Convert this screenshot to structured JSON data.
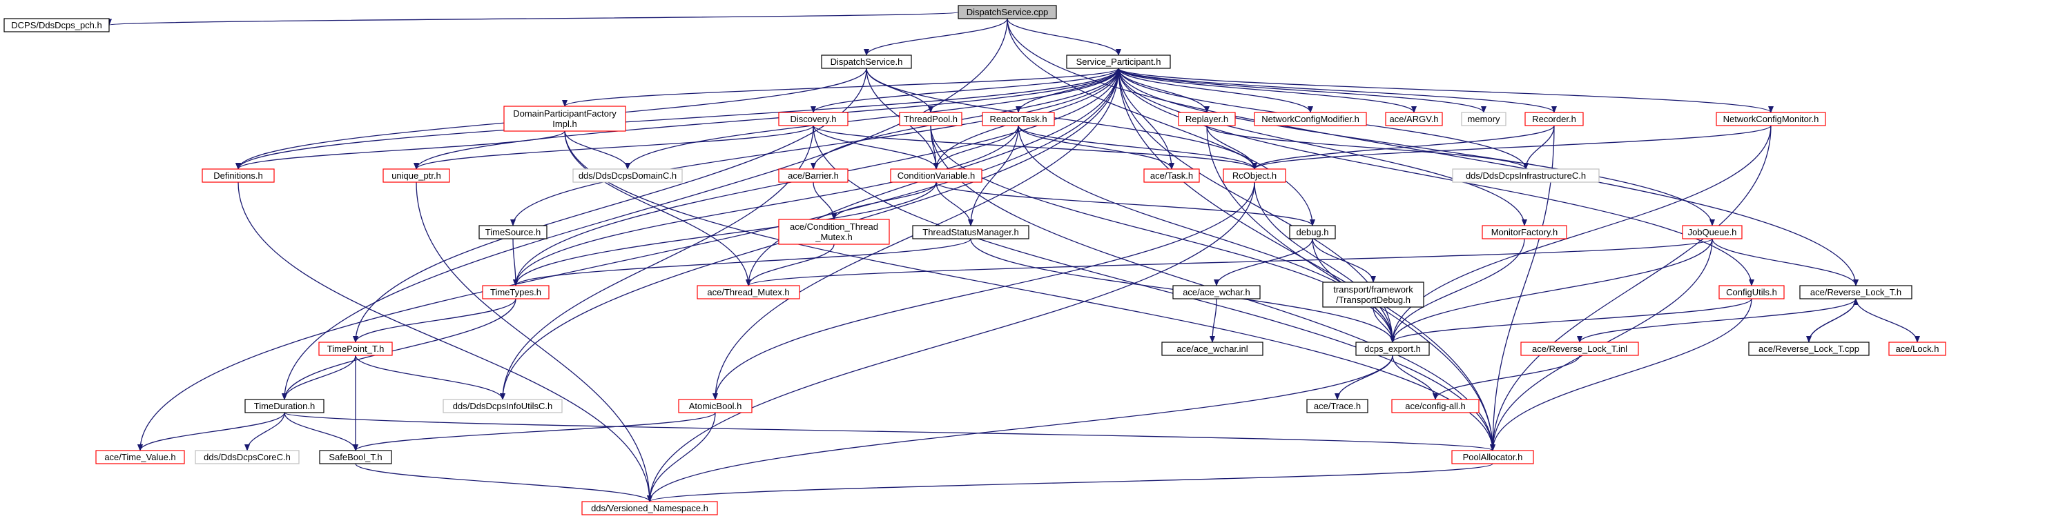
{
  "nodes": [
    {
      "id": "dispatchservice_cpp",
      "label": [
        "DispatchService.cpp"
      ],
      "kind": "root"
    },
    {
      "id": "dcps_pch",
      "label": [
        "DCPS/DdsDcps_pch.h"
      ],
      "kind": "normal"
    },
    {
      "id": "dispatchservice_h",
      "label": [
        "DispatchService.h"
      ],
      "kind": "normal"
    },
    {
      "id": "service_participant_h",
      "label": [
        "Service_Participant.h"
      ],
      "kind": "normal"
    },
    {
      "id": "dp_factory_impl_h",
      "label": [
        "DomainParticipantFactory",
        "Impl.h"
      ],
      "kind": "red"
    },
    {
      "id": "discovery_h",
      "label": [
        "Discovery.h"
      ],
      "kind": "red"
    },
    {
      "id": "threadpool_h",
      "label": [
        "ThreadPool.h"
      ],
      "kind": "red"
    },
    {
      "id": "reactortask_h",
      "label": [
        "ReactorTask.h"
      ],
      "kind": "red"
    },
    {
      "id": "replayer_h",
      "label": [
        "Replayer.h"
      ],
      "kind": "red"
    },
    {
      "id": "networkconfigmodifier_h",
      "label": [
        "NetworkConfigModifier.h"
      ],
      "kind": "red"
    },
    {
      "id": "ace_argv_h",
      "label": [
        "ace/ARGV.h"
      ],
      "kind": "red"
    },
    {
      "id": "memory",
      "label": [
        "memory"
      ],
      "kind": "gray"
    },
    {
      "id": "recorder_h",
      "label": [
        "Recorder.h"
      ],
      "kind": "red"
    },
    {
      "id": "networkconfigmonitor_h",
      "label": [
        "NetworkConfigMonitor.h"
      ],
      "kind": "red"
    },
    {
      "id": "definitions_h",
      "label": [
        "Definitions.h"
      ],
      "kind": "red"
    },
    {
      "id": "unique_ptr_h",
      "label": [
        "unique_ptr.h"
      ],
      "kind": "red"
    },
    {
      "id": "dds_domainc_h",
      "label": [
        "dds/DdsDcpsDomainC.h"
      ],
      "kind": "gray"
    },
    {
      "id": "ace_barrier_h",
      "label": [
        "ace/Barrier.h"
      ],
      "kind": "red"
    },
    {
      "id": "conditionvariable_h",
      "label": [
        "ConditionVariable.h"
      ],
      "kind": "red"
    },
    {
      "id": "ace_task_h",
      "label": [
        "ace/Task.h"
      ],
      "kind": "red"
    },
    {
      "id": "rcobject_h",
      "label": [
        "RcObject.h"
      ],
      "kind": "red"
    },
    {
      "id": "dds_infrastructurec_h",
      "label": [
        "dds/DdsDcpsInfrastructureC.h"
      ],
      "kind": "gray"
    },
    {
      "id": "ace_condition_thread_mutex_h",
      "label": [
        "ace/Condition_Thread",
        "_Mutex.h"
      ],
      "kind": "red"
    },
    {
      "id": "timesource_h",
      "label": [
        "TimeSource.h"
      ],
      "kind": "normal"
    },
    {
      "id": "threadstatusmanager_h",
      "label": [
        "ThreadStatusManager.h"
      ],
      "kind": "normal"
    },
    {
      "id": "debug_h",
      "label": [
        "debug.h"
      ],
      "kind": "normal"
    },
    {
      "id": "monitorfactory_h",
      "label": [
        "MonitorFactory.h"
      ],
      "kind": "red"
    },
    {
      "id": "jobqueue_h",
      "label": [
        "JobQueue.h"
      ],
      "kind": "red"
    },
    {
      "id": "timetypes_h",
      "label": [
        "TimeTypes.h"
      ],
      "kind": "red"
    },
    {
      "id": "ace_thread_mutex_h",
      "label": [
        "ace/Thread_Mutex.h"
      ],
      "kind": "red"
    },
    {
      "id": "ace_ace_wchar_h",
      "label": [
        "ace/ace_wchar.h"
      ],
      "kind": "normal"
    },
    {
      "id": "transport_debug_h",
      "label": [
        "transport/framework",
        "/TransportDebug.h"
      ],
      "kind": "normal"
    },
    {
      "id": "configutils_h",
      "label": [
        "ConfigUtils.h"
      ],
      "kind": "red"
    },
    {
      "id": "ace_reverse_lock_t_h",
      "label": [
        "ace/Reverse_Lock_T.h"
      ],
      "kind": "normal"
    },
    {
      "id": "ace_ace_wchar_inl",
      "label": [
        "ace/ace_wchar.inl"
      ],
      "kind": "normal"
    },
    {
      "id": "timepoint_t_h",
      "label": [
        "TimePoint_T.h"
      ],
      "kind": "red"
    },
    {
      "id": "dcps_export_h",
      "label": [
        "dcps_export.h"
      ],
      "kind": "normal"
    },
    {
      "id": "ace_reverse_lock_t_inl",
      "label": [
        "ace/Reverse_Lock_T.inl"
      ],
      "kind": "red"
    },
    {
      "id": "ace_reverse_lock_t_cpp",
      "label": [
        "ace/Reverse_Lock_T.cpp"
      ],
      "kind": "normal"
    },
    {
      "id": "ace_lock_h",
      "label": [
        "ace/Lock.h"
      ],
      "kind": "red"
    },
    {
      "id": "dds_infoutilsc_h",
      "label": [
        "dds/DdsDcpsInfoUtilsC.h"
      ],
      "kind": "gray"
    },
    {
      "id": "timeduration_h",
      "label": [
        "TimeDuration.h"
      ],
      "kind": "normal"
    },
    {
      "id": "atomicbool_h",
      "label": [
        "AtomicBool.h"
      ],
      "kind": "red"
    },
    {
      "id": "ace_trace_h",
      "label": [
        "ace/Trace.h"
      ],
      "kind": "normal"
    },
    {
      "id": "ace_config_all_h",
      "label": [
        "ace/config-all.h"
      ],
      "kind": "red"
    },
    {
      "id": "ace_time_value_h",
      "label": [
        "ace/Time_Value.h"
      ],
      "kind": "red"
    },
    {
      "id": "dds_corec_h",
      "label": [
        "dds/DdsDcpsCoreC.h"
      ],
      "kind": "gray"
    },
    {
      "id": "safebool_t_h",
      "label": [
        "SafeBool_T.h"
      ],
      "kind": "normal"
    },
    {
      "id": "poolallocator_h",
      "label": [
        "PoolAllocator.h"
      ],
      "kind": "red"
    },
    {
      "id": "dds_versioned_namespace_h",
      "label": [
        "dds/Versioned_Namespace.h"
      ],
      "kind": "red"
    }
  ],
  "edges": [
    [
      "dispatchservice_cpp",
      "dcps_pch"
    ],
    [
      "dispatchservice_cpp",
      "dispatchservice_h"
    ],
    [
      "dispatchservice_cpp",
      "service_participant_h"
    ],
    [
      "dispatchservice_cpp",
      "timeduration_h"
    ],
    [
      "dispatchservice_cpp",
      "debug_h"
    ],
    [
      "dispatchservice_cpp",
      "ace_reverse_lock_t_h"
    ],
    [
      "dispatchservice_h",
      "threadpool_h"
    ],
    [
      "dispatchservice_h",
      "rcobject_h"
    ],
    [
      "dispatchservice_h",
      "definitions_h"
    ],
    [
      "dispatchservice_h",
      "conditionvariable_h"
    ],
    [
      "dispatchservice_h",
      "timepoint_t_h"
    ],
    [
      "service_participant_h",
      "dp_factory_impl_h"
    ],
    [
      "service_participant_h",
      "discovery_h"
    ],
    [
      "service_participant_h",
      "reactortask_h"
    ],
    [
      "service_participant_h",
      "replayer_h"
    ],
    [
      "service_participant_h",
      "networkconfigmodifier_h"
    ],
    [
      "service_participant_h",
      "ace_argv_h"
    ],
    [
      "service_participant_h",
      "memory"
    ],
    [
      "service_participant_h",
      "recorder_h"
    ],
    [
      "service_participant_h",
      "networkconfigmonitor_h"
    ],
    [
      "service_participant_h",
      "definitions_h"
    ],
    [
      "service_participant_h",
      "unique_ptr_h"
    ],
    [
      "service_participant_h",
      "dds_domainc_h"
    ],
    [
      "service_participant_h",
      "ace_barrier_h"
    ],
    [
      "service_participant_h",
      "conditionvariable_h"
    ],
    [
      "service_participant_h",
      "ace_task_h"
    ],
    [
      "service_participant_h",
      "dds_infrastructurec_h"
    ],
    [
      "service_participant_h",
      "timesource_h"
    ],
    [
      "service_participant_h",
      "monitorfactory_h"
    ],
    [
      "service_participant_h",
      "jobqueue_h"
    ],
    [
      "service_participant_h",
      "configutils_h"
    ],
    [
      "service_participant_h",
      "ace_thread_mutex_h"
    ],
    [
      "service_participant_h",
      "dds_infoutilsc_h"
    ],
    [
      "service_participant_h",
      "atomicbool_h"
    ],
    [
      "service_participant_h",
      "ace_time_value_h"
    ],
    [
      "service_participant_h",
      "poolallocator_h"
    ],
    [
      "service_participant_h",
      "dcps_export_h"
    ],
    [
      "service_participant_h",
      "timetypes_h"
    ],
    [
      "dp_factory_impl_h",
      "definitions_h"
    ],
    [
      "dp_factory_impl_h",
      "dds_domainc_h"
    ],
    [
      "dp_factory_impl_h",
      "ace_thread_mutex_h"
    ],
    [
      "dp_factory_impl_h",
      "poolallocator_h"
    ],
    [
      "discovery_h",
      "unique_ptr_h"
    ],
    [
      "discovery_h",
      "conditionvariable_h"
    ],
    [
      "discovery_h",
      "rcobject_h"
    ],
    [
      "discovery_h",
      "dds_infoutilsc_h"
    ],
    [
      "discovery_h",
      "poolallocator_h"
    ],
    [
      "threadpool_h",
      "conditionvariable_h"
    ],
    [
      "threadpool_h",
      "dcps_export_h"
    ],
    [
      "threadpool_h",
      "poolallocator_h"
    ],
    [
      "reactortask_h",
      "conditionvariable_h"
    ],
    [
      "reactortask_h",
      "ace_task_h"
    ],
    [
      "reactortask_h",
      "rcobject_h"
    ],
    [
      "reactortask_h",
      "threadstatusmanager_h"
    ],
    [
      "reactortask_h",
      "timetypes_h"
    ],
    [
      "reactortask_h",
      "dcps_export_h"
    ],
    [
      "replayer_h",
      "rcobject_h"
    ],
    [
      "replayer_h",
      "dds_infrastructurec_h"
    ],
    [
      "replayer_h",
      "poolallocator_h"
    ],
    [
      "recorder_h",
      "rcobject_h"
    ],
    [
      "recorder_h",
      "dds_infrastructurec_h"
    ],
    [
      "recorder_h",
      "poolallocator_h"
    ],
    [
      "networkconfigmonitor_h",
      "rcobject_h"
    ],
    [
      "networkconfigmonitor_h",
      "dcps_export_h"
    ],
    [
      "networkconfigmonitor_h",
      "poolallocator_h"
    ],
    [
      "definitions_h",
      "dds_versioned_namespace_h"
    ],
    [
      "unique_ptr_h",
      "dds_versioned_namespace_h"
    ],
    [
      "ace_barrier_h",
      "ace_condition_thread_mutex_h"
    ],
    [
      "conditionvariable_h",
      "ace_condition_thread_mutex_h"
    ],
    [
      "conditionvariable_h",
      "threadstatusmanager_h"
    ],
    [
      "conditionvariable_h",
      "timetypes_h"
    ],
    [
      "conditionvariable_h",
      "debug_h"
    ],
    [
      "rcobject_h",
      "dcps_export_h"
    ],
    [
      "rcobject_h",
      "atomicbool_h"
    ],
    [
      "rcobject_h",
      "dds_versioned_namespace_h"
    ],
    [
      "ace_condition_thread_mutex_h",
      "ace_thread_mutex_h"
    ],
    [
      "timesource_h",
      "timetypes_h"
    ],
    [
      "threadstatusmanager_h",
      "timetypes_h"
    ],
    [
      "threadstatusmanager_h",
      "dcps_export_h"
    ],
    [
      "debug_h",
      "ace_ace_wchar_h"
    ],
    [
      "debug_h",
      "transport_debug_h"
    ],
    [
      "debug_h",
      "dcps_export_h"
    ],
    [
      "monitorfactory_h",
      "dcps_export_h"
    ],
    [
      "jobqueue_h",
      "ace_thread_mutex_h"
    ],
    [
      "jobqueue_h",
      "ace_reverse_lock_t_h"
    ],
    [
      "jobqueue_h",
      "dcps_export_h"
    ],
    [
      "jobqueue_h",
      "poolallocator_h"
    ],
    [
      "timetypes_h",
      "timepoint_t_h"
    ],
    [
      "timetypes_h",
      "timeduration_h"
    ],
    [
      "ace_ace_wchar_h",
      "ace_ace_wchar_inl"
    ],
    [
      "transport_debug_h",
      "dcps_export_h"
    ],
    [
      "configutils_h",
      "dcps_export_h"
    ],
    [
      "configutils_h",
      "poolallocator_h"
    ],
    [
      "ace_reverse_lock_t_h",
      "ace_reverse_lock_t_inl"
    ],
    [
      "ace_reverse_lock_t_h",
      "ace_reverse_lock_t_cpp"
    ],
    [
      "ace_reverse_lock_t_h",
      "ace_lock_h"
    ],
    [
      "ace_reverse_lock_t_cpp",
      "ace_reverse_lock_t_h"
    ],
    [
      "ace_reverse_lock_t_inl",
      "ace_config_all_h"
    ],
    [
      "timepoint_t_h",
      "timeduration_h"
    ],
    [
      "timepoint_t_h",
      "safebool_t_h"
    ],
    [
      "timepoint_t_h",
      "dds_infoutilsc_h"
    ],
    [
      "dcps_export_h",
      "ace_trace_h"
    ],
    [
      "dcps_export_h",
      "ace_config_all_h"
    ],
    [
      "dcps_export_h",
      "dds_versioned_namespace_h"
    ],
    [
      "timeduration_h",
      "ace_time_value_h"
    ],
    [
      "timeduration_h",
      "dds_corec_h"
    ],
    [
      "timeduration_h",
      "safebool_t_h"
    ],
    [
      "timeduration_h",
      "poolallocator_h"
    ],
    [
      "atomicbool_h",
      "safebool_t_h"
    ],
    [
      "atomicbool_h",
      "dds_versioned_namespace_h"
    ],
    [
      "safebool_t_h",
      "dds_versioned_namespace_h"
    ],
    [
      "poolallocator_h",
      "dds_versioned_namespace_h"
    ]
  ],
  "colors": {
    "edge": "#191970",
    "root_fill": "#bfbfbf",
    "node_fill": "#ffffff",
    "border_normal": "#000000",
    "border_red": "#ff0000",
    "border_gray": "#bfbfbf"
  }
}
